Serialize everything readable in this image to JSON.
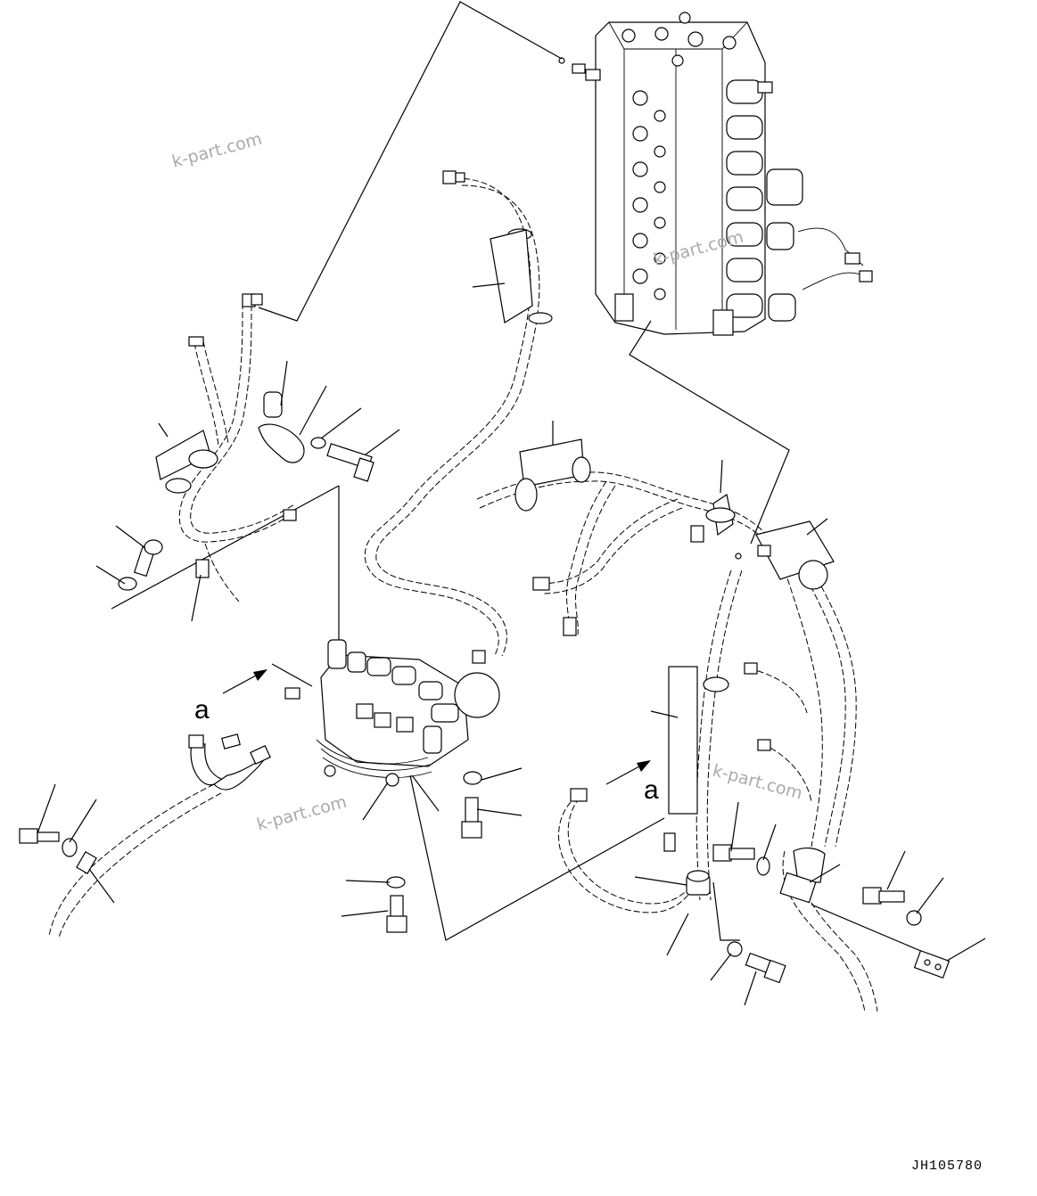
{
  "drawing_code": "JH105780",
  "view_labels": [
    "a",
    "a"
  ],
  "watermarks": [
    "k-part.com",
    "k-part.com",
    "k-part.com",
    "k-part.com"
  ]
}
